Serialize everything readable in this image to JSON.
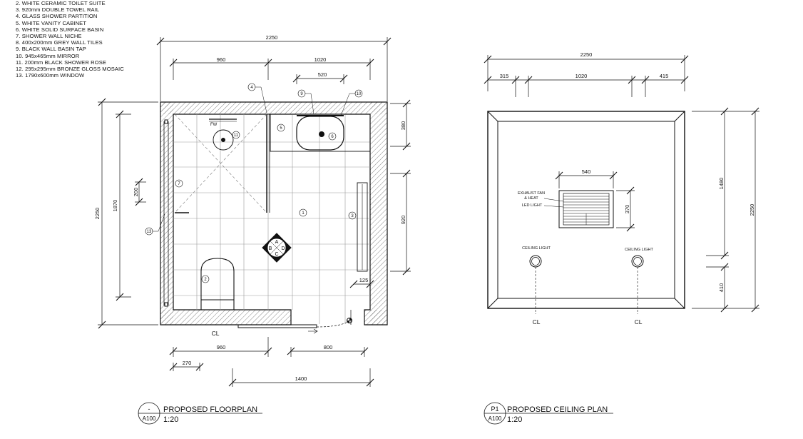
{
  "legend": [
    "2. WHITE CERAMIC TOILET SUITE",
    "3. 920mm DOUBLE TOWEL RAIL",
    "4. GLASS SHOWER PARTITION",
    "5. WHITE VANITY CABINET",
    "6. WHITE SOLID SURFACE BASIN",
    "7. SHOWER WALL NICHE",
    "8. 400x200mm GREY WALL TILES",
    "9. BLACK WALL BASIN TAP",
    "10. 945x465mm MIRROR",
    "11. 200mm BLACK SHOWER ROSE",
    "12. 295x295mm BRONZE GLOSS MOSAIC",
    "13. 1790x600mm WINDOW"
  ],
  "floorplan": {
    "title": "PROPOSED FLOORPLAN",
    "scale": "1:20",
    "ref_top": "-",
    "ref_bottom": "A100",
    "dims": {
      "overall_width": "2250",
      "left_top": "960",
      "right_top": "1020",
      "basin": "520",
      "height_left": "2250",
      "inner_height": "1870",
      "niche": "200",
      "vanity_depth": "380",
      "rail": "920",
      "rail_offset": "125",
      "bottom_left": "960",
      "door": "800",
      "toilet_offset": "270",
      "bottom_total": "1400"
    },
    "tags": [
      "1",
      "2",
      "3",
      "4",
      "5",
      "6",
      "7",
      "9",
      "10",
      "11",
      "13"
    ],
    "fw_label": "FW",
    "cl_label": "CL",
    "section_marks": [
      "A",
      "B",
      "C",
      "D"
    ]
  },
  "ceiling": {
    "title": "PROPOSED CEILING PLAN",
    "scale": "1:20",
    "ref_top": "P1",
    "ref_bottom": "A100",
    "dims": {
      "overall_width": "2250",
      "left": "315",
      "middle": "1020",
      "right": "415",
      "fan_width": "540",
      "fan_height": "370",
      "right_upper": "1480",
      "right_total": "2250",
      "right_lower": "410"
    },
    "fan_label_1": "EXHAUST FAN",
    "fan_label_2": "& HEAT",
    "fan_label_3": "LED LIGHT",
    "light_label_left": "CEILING LIGHT",
    "light_label_right": "CEILING LIGHT",
    "cl_left": "CL",
    "cl_right": "CL"
  }
}
